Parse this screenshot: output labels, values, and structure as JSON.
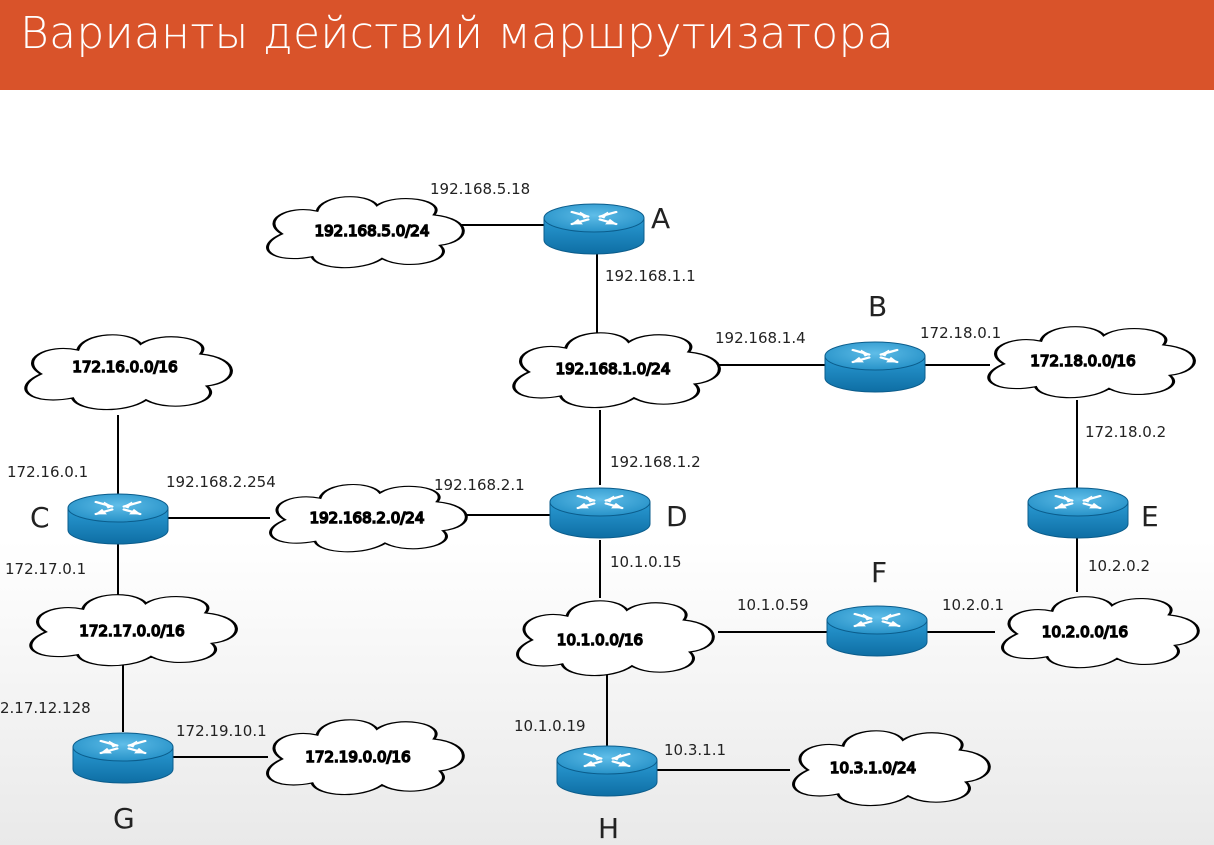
{
  "title": "Варианты действий маршрутизатора",
  "colors": {
    "title_bar": "#d9532a",
    "router": "#1e8bc3"
  },
  "routers": {
    "A": {
      "label": "A"
    },
    "B": {
      "label": "B"
    },
    "C": {
      "label": "C"
    },
    "D": {
      "label": "D"
    },
    "E": {
      "label": "E"
    },
    "F": {
      "label": "F"
    },
    "G": {
      "label": "G"
    },
    "H": {
      "label": "H"
    }
  },
  "networks": {
    "n5": "192.168.5.0/24",
    "n1": "192.168.1.0/24",
    "n18": "172.18.0.0/16",
    "n16": "172.16.0.0/16",
    "n2": "192.168.2.0/24",
    "n17": "172.17.0.0/16",
    "n10_1": "10.1.0.0/16",
    "n10_2": "10.2.0.0/16",
    "n19": "172.19.0.0/16",
    "n10_3": "10.3.1.0/24"
  },
  "interfaces": {
    "a_5": "192.168.5.18",
    "a_1": "192.168.1.1",
    "b_1": "192.168.1.4",
    "b_18": "172.18.0.1",
    "e_18": "172.18.0.2",
    "e_10": "10.2.0.2",
    "c_16": "172.16.0.1",
    "c_2": "192.168.2.254",
    "c_17": "172.17.0.1",
    "d_2": "192.168.2.1",
    "d_1": "192.168.1.2",
    "d_10": "10.1.0.15",
    "f_10_1": "10.1.0.59",
    "f_10_2": "10.2.0.1",
    "g_17": "2.17.12.128",
    "g_19": "172.19.10.1",
    "h_10": "10.1.0.19",
    "h_3": "10.3.1.1"
  }
}
